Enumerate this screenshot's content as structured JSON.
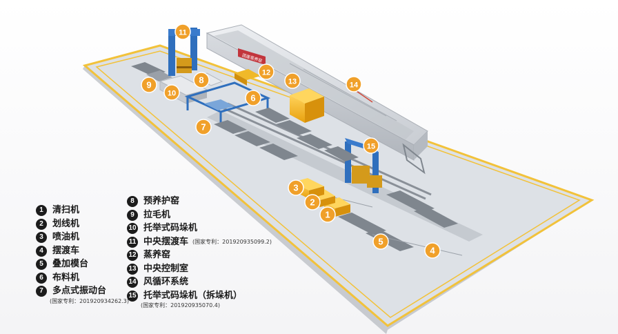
{
  "colors": {
    "floor": "#d9dde2",
    "floor_border": "#f2c23a",
    "badge": "#f0a02a",
    "frame_blue": "#2f6fbd",
    "equipment_yellow": "#f6b81f",
    "kiln_gray": "#cfd3d8",
    "mold_gray": "#7f868e"
  },
  "kiln_sign": "固废蒸养窑",
  "diagram_badges": [
    "1",
    "2",
    "3",
    "4",
    "5",
    "6",
    "7",
    "8",
    "9",
    "10",
    "11",
    "12",
    "13",
    "14",
    "15"
  ],
  "legend": {
    "left": [
      {
        "num": "1",
        "name": "清扫机"
      },
      {
        "num": "2",
        "name": "划线机"
      },
      {
        "num": "3",
        "name": "喷油机"
      },
      {
        "num": "4",
        "name": "摆渡车"
      },
      {
        "num": "5",
        "name": "叠加模台"
      },
      {
        "num": "6",
        "name": "布料机"
      },
      {
        "num": "7",
        "name": "多点式振动台",
        "note": "(国家专利：201920934262.3)"
      }
    ],
    "right": [
      {
        "num": "8",
        "name": "预养护窑"
      },
      {
        "num": "9",
        "name": "拉毛机"
      },
      {
        "num": "10",
        "name": "托举式码垛机"
      },
      {
        "num": "11",
        "name": "中央摆渡车",
        "inline_note": "(国家专利：201920935099.2)"
      },
      {
        "num": "12",
        "name": "蒸养窑"
      },
      {
        "num": "13",
        "name": "中央控制室"
      },
      {
        "num": "14",
        "name": "风循环系统"
      },
      {
        "num": "15",
        "name": "托举式码垛机（拆垛机）",
        "note": "(国家专利：201920935070.4)"
      }
    ]
  }
}
